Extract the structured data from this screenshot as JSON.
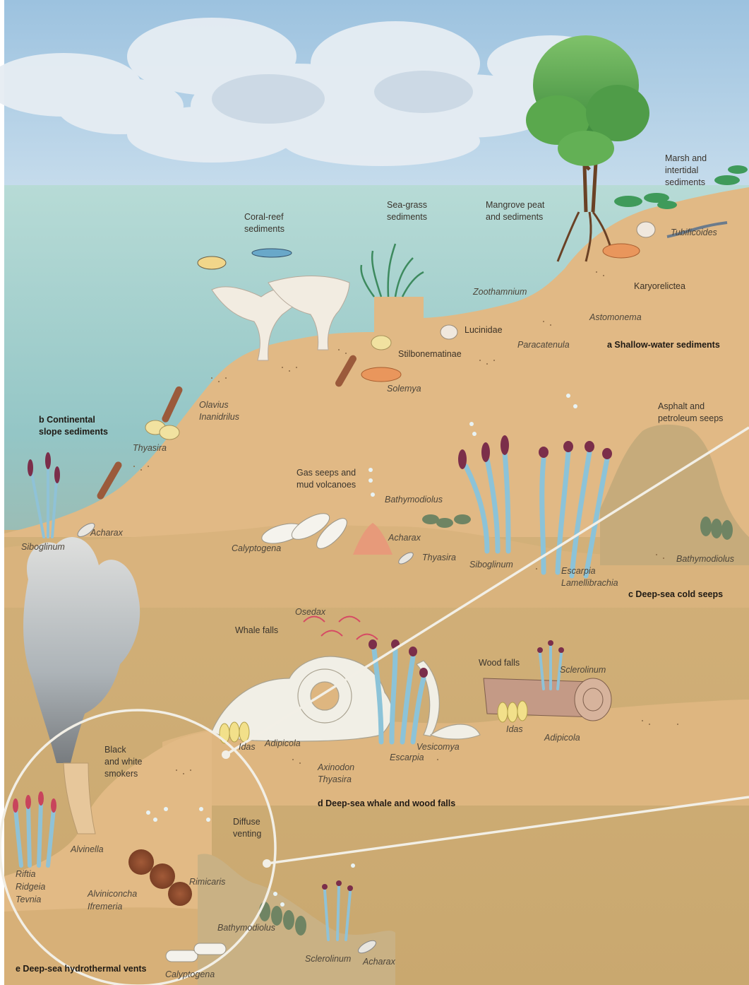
{
  "sections": {
    "a": "a Shallow-water sediments",
    "b_line1": "b Continental",
    "b_line2": "slope sediments",
    "c": "c Deep-sea cold seeps",
    "d": "d Deep-sea whale and wood falls",
    "e": "e Deep-sea hydrothermal vents"
  },
  "habitats": {
    "marsh_1": "Marsh and",
    "marsh_2": "intertidal",
    "marsh_3": "sediments",
    "mangrove_1": "Mangrove peat",
    "mangrove_2": "and sediments",
    "seagrass_1": "Sea-grass",
    "seagrass_2": "sediments",
    "coral_1": "Coral-reef",
    "coral_2": "sediments",
    "asphalt_1": "Asphalt and",
    "asphalt_2": "petroleum seeps",
    "gas_1": "Gas seeps and",
    "gas_2": "mud volcanoes",
    "whale": "Whale falls",
    "wood": "Wood falls",
    "smokers_1": "Black",
    "smokers_2": "and white",
    "smokers_3": "smokers",
    "diffuse_1": "Diffuse",
    "diffuse_2": "venting"
  },
  "organisms": {
    "tubificoides": "Tubificoides",
    "karyorelictea": "Karyorelictea",
    "astomonema": "Astomonema",
    "zoothamnium": "Zoothamnium",
    "lucinidae": "Lucinidae",
    "paracatenula": "Paracatenula",
    "stilbonematinae": "Stilbonematinae",
    "solemya": "Solemya",
    "olavius": "Olavius",
    "inanidrilus": "Inanidrilus",
    "thyasira_slope": "Thyasira",
    "siboglinum_slope": "Siboglinum",
    "acharax_slope": "Acharax",
    "bathymodiolus_seep": "Bathymodiolus",
    "calyptogena_seep": "Calyptogena",
    "acharax_seep": "Acharax",
    "thyasira_seep": "Thyasira",
    "siboglinum_seep": "Siboglinum",
    "escarpia_seep": "Escarpia",
    "lamellibrachia": "Lamellibrachia",
    "bathymodiolus_asphalt": "Bathymodiolus",
    "osedax": "Osedax",
    "sclerolinum_wood": "Sclerolinum",
    "idas_whale": "Idas",
    "adipicola_whale": "Adipicola",
    "axinodon": "Axinodon",
    "thyasira_whale": "Thyasira",
    "escarpia_whale": "Escarpia",
    "vesicomya": "Vesicomya",
    "idas_wood": "Idas",
    "adipicola_wood": "Adipicola",
    "alvinella": "Alvinella",
    "riftia": "Riftia",
    "ridgeia": "Ridgeia",
    "tevnia": "Tevnia",
    "alviniconcha": "Alviniconcha",
    "ifremeria": "Ifremeria",
    "rimicaris": "Rimicaris",
    "bathymodiolus_vent": "Bathymodiolus",
    "sclerolinum_vent": "Sclerolinum",
    "acharax_vent": "Acharax",
    "calyptogena_vent": "Calyptogena"
  },
  "colors": {
    "sky": "#a9c9e3",
    "water": "#a7cfce",
    "sediment": "#e0b783",
    "deep_sediment": "#cfa872",
    "tube_worm": "#8ec4d8",
    "plume": "#6b3552"
  }
}
